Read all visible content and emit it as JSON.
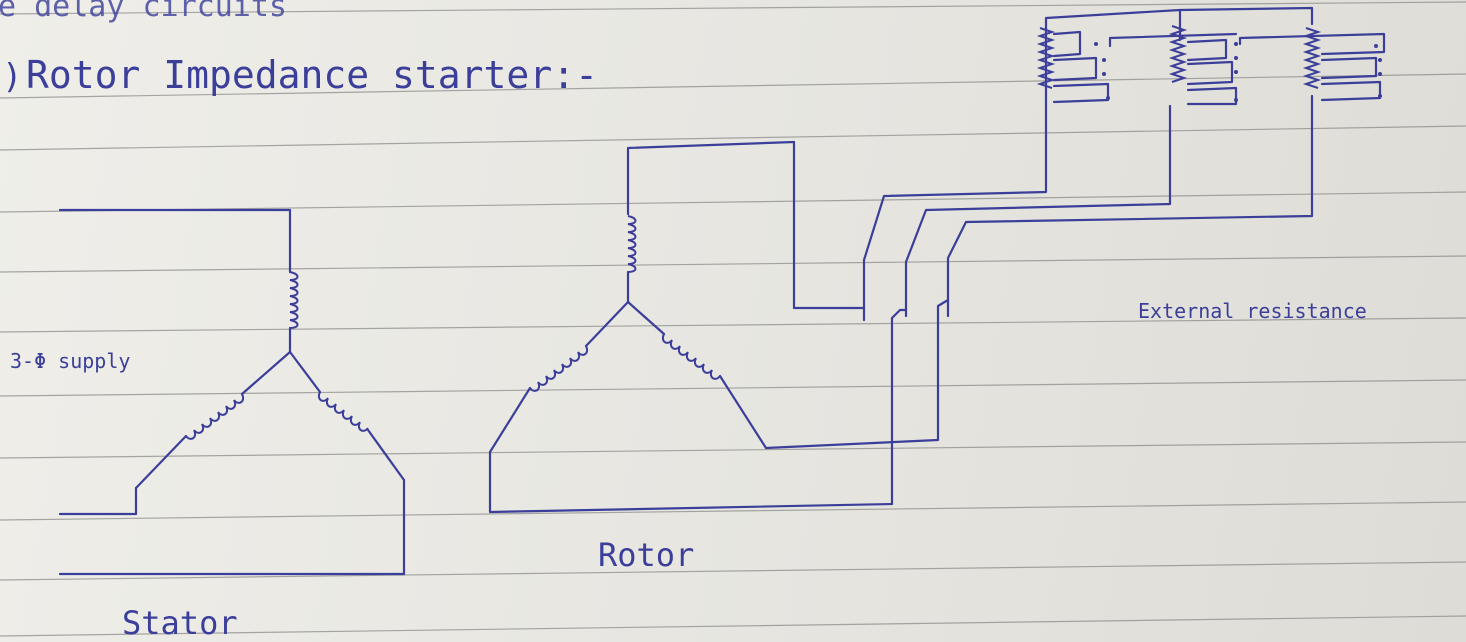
{
  "heading_fragment": "e delay circuits",
  "heading": "Rotor Impedance starter:-",
  "heading_prefix": ")",
  "labels": {
    "supply": "3-Φ supply",
    "stator": "Stator",
    "rotor": "Rotor",
    "external_resistance": "External resistance"
  },
  "colors": {
    "ink": "#3b3f9a",
    "paper": "#e9e8e3",
    "rule": "#8c8c8c"
  }
}
